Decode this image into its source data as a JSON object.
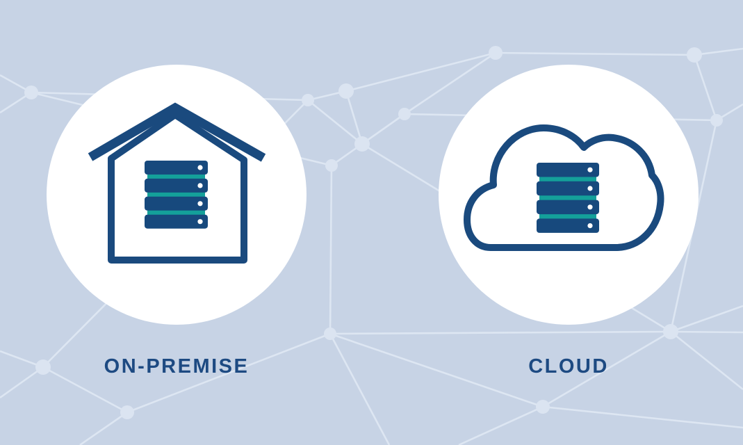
{
  "panels": [
    {
      "id": "on-premise",
      "label": "ON-PREMISE",
      "icon": "house-server-icon"
    },
    {
      "id": "cloud",
      "label": "CLOUD",
      "icon": "cloud-server-icon"
    }
  ],
  "colors": {
    "background": "#c7d3e5",
    "navy_outline": "#1a4a7e",
    "server_navy": "#17497d",
    "server_teal": "#14a09a",
    "circle_fill": "#ffffff",
    "label_text": "#1d4a82",
    "network_line": "#dde6f2",
    "network_node": "#dbe4f1"
  }
}
